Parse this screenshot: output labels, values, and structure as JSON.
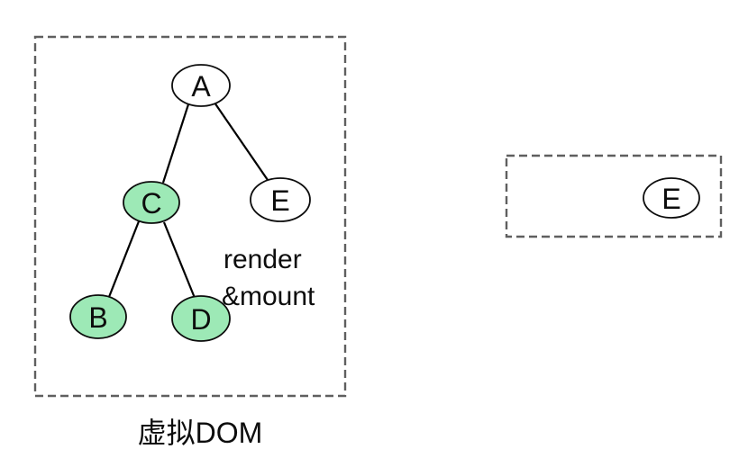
{
  "diagram": {
    "caption": "虚拟DOM",
    "annotation": {
      "line1": "render",
      "line2": "&mount"
    },
    "colors": {
      "highlight_green": "#9de9b6",
      "node_white": "#ffffff",
      "dash_gray": "#5f5f5f",
      "line_black": "#000000"
    },
    "virtual_dom_tree": {
      "root": "A",
      "nodes": {
        "a": "A",
        "c": "C",
        "e": "E",
        "b": "B",
        "d": "D"
      },
      "edges": [
        "A-C",
        "A-E",
        "C-B",
        "C-D"
      ],
      "highlighted_nodes": [
        "C",
        "B",
        "D"
      ]
    },
    "mounted_result": {
      "nodes": {
        "e": "E"
      }
    }
  }
}
